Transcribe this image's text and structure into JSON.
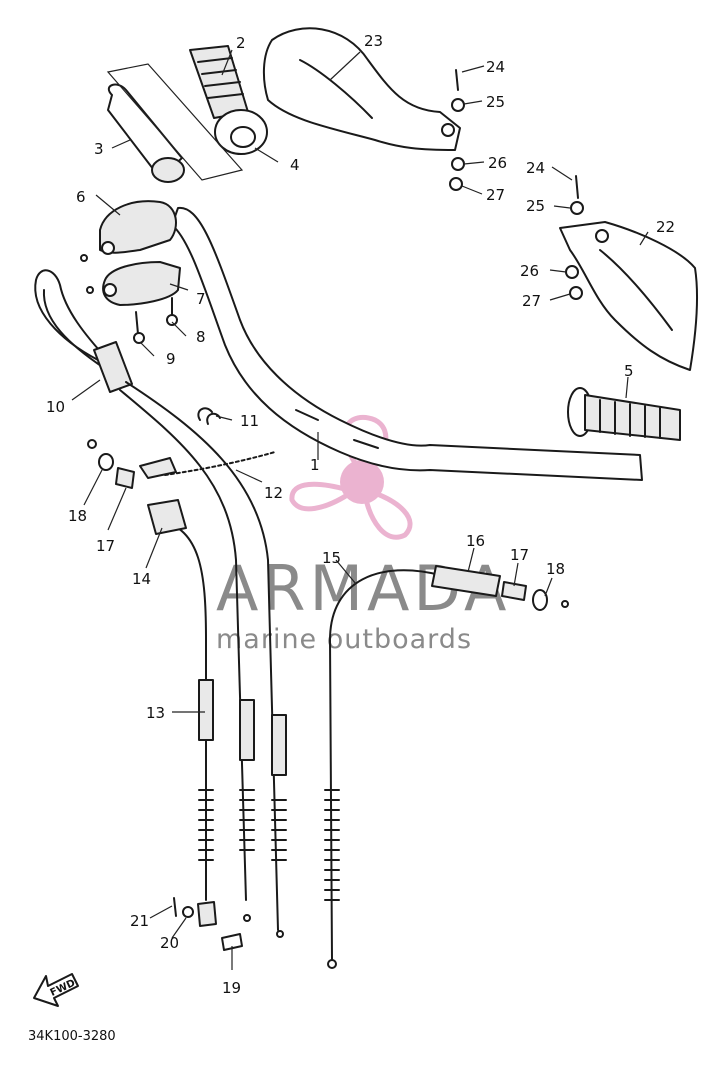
{
  "diagram": {
    "callouts": [
      "1",
      "2",
      "3",
      "4",
      "5",
      "6",
      "7",
      "8",
      "9",
      "10",
      "11",
      "12",
      "13",
      "14",
      "15",
      "16",
      "17",
      "18",
      "19",
      "20",
      "21",
      "22",
      "23",
      "24",
      "25",
      "26",
      "27"
    ],
    "fwd_label": "FWD",
    "part_code": "34K100-3280"
  },
  "watermark": {
    "brand": "ARMADA",
    "tagline": "marine outboards",
    "accent_color": "#e8a6c8"
  }
}
